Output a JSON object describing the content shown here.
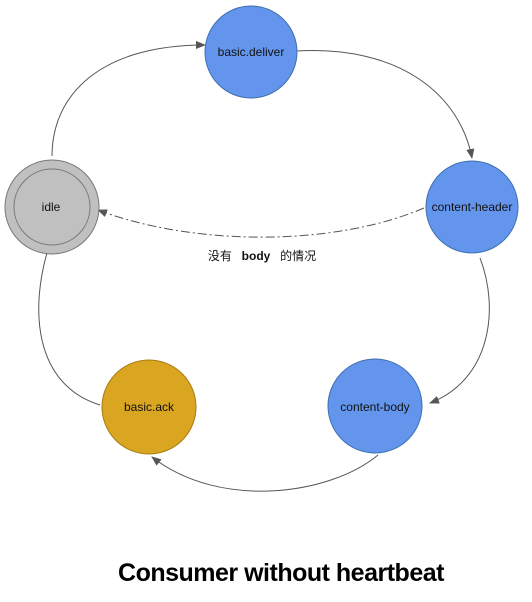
{
  "diagram": {
    "title": "Consumer without heartbeat",
    "nodes": [
      {
        "id": "basic-deliver",
        "label": "basic.deliver",
        "color": "#6495ed"
      },
      {
        "id": "content-header",
        "label": "content-header",
        "color": "#6495ed"
      },
      {
        "id": "content-body",
        "label": "content-body",
        "color": "#6495ed"
      },
      {
        "id": "basic-ack",
        "label": "basic.ack",
        "color": "#daa520"
      },
      {
        "id": "idle",
        "label": "idle",
        "color": "#c0c0c0"
      }
    ],
    "edges": [
      {
        "from": "idle",
        "to": "basic-deliver",
        "label": ""
      },
      {
        "from": "basic-deliver",
        "to": "content-header",
        "label": ""
      },
      {
        "from": "content-header",
        "to": "content-body",
        "label": ""
      },
      {
        "from": "content-body",
        "to": "basic-ack",
        "label": ""
      },
      {
        "from": "basic-ack",
        "to": "idle",
        "label": ""
      },
      {
        "from": "content-header",
        "to": "idle",
        "style": "dash-dot",
        "label_prefix": "没有",
        "label_bold": "body",
        "label_suffix": "的情况"
      }
    ]
  }
}
